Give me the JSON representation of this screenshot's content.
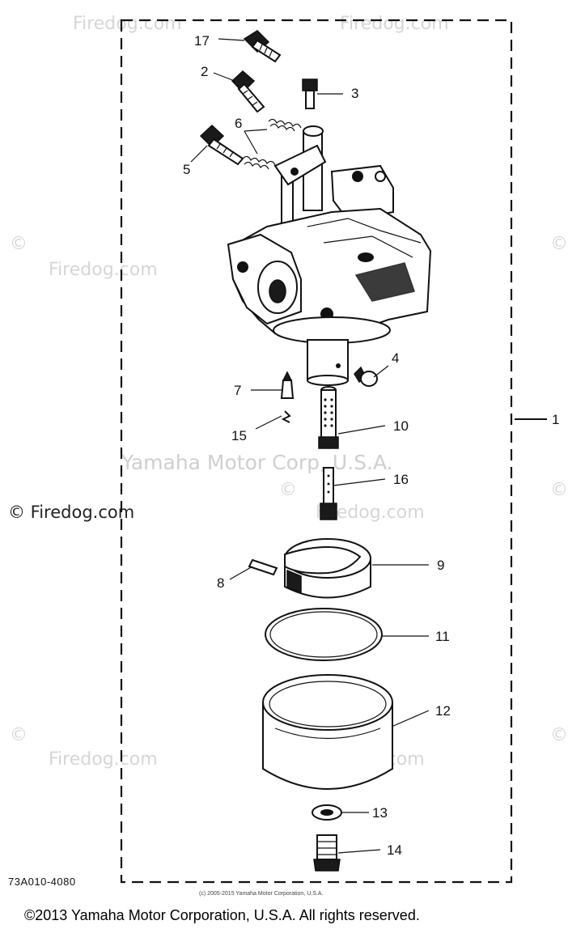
{
  "watermarks": {
    "brand": "Firedog.com",
    "copyright_symbol": "©",
    "middle": "Yamaha Motor Corp, U.S.A.",
    "left": "© Firedog.com"
  },
  "callouts": {
    "c1": "1",
    "c2": "2",
    "c3": "3",
    "c4": "4",
    "c5": "5",
    "c6": "6",
    "c7": "7",
    "c8": "8",
    "c9": "9",
    "c10": "10",
    "c11": "11",
    "c12": "12",
    "c13": "13",
    "c14": "14",
    "c15": "15",
    "c16": "16",
    "c17": "17"
  },
  "diagram_code": "73A010-4080",
  "small_copyright": "(c) 2005-2015 Yamaha Motor Corporation, U.S.A.",
  "footer": "©2013 Yamaha Motor Corporation, U.S.A. All rights reserved.",
  "colors": {
    "line": "#111111",
    "watermark": "#d6d6d6",
    "background": "#ffffff"
  }
}
